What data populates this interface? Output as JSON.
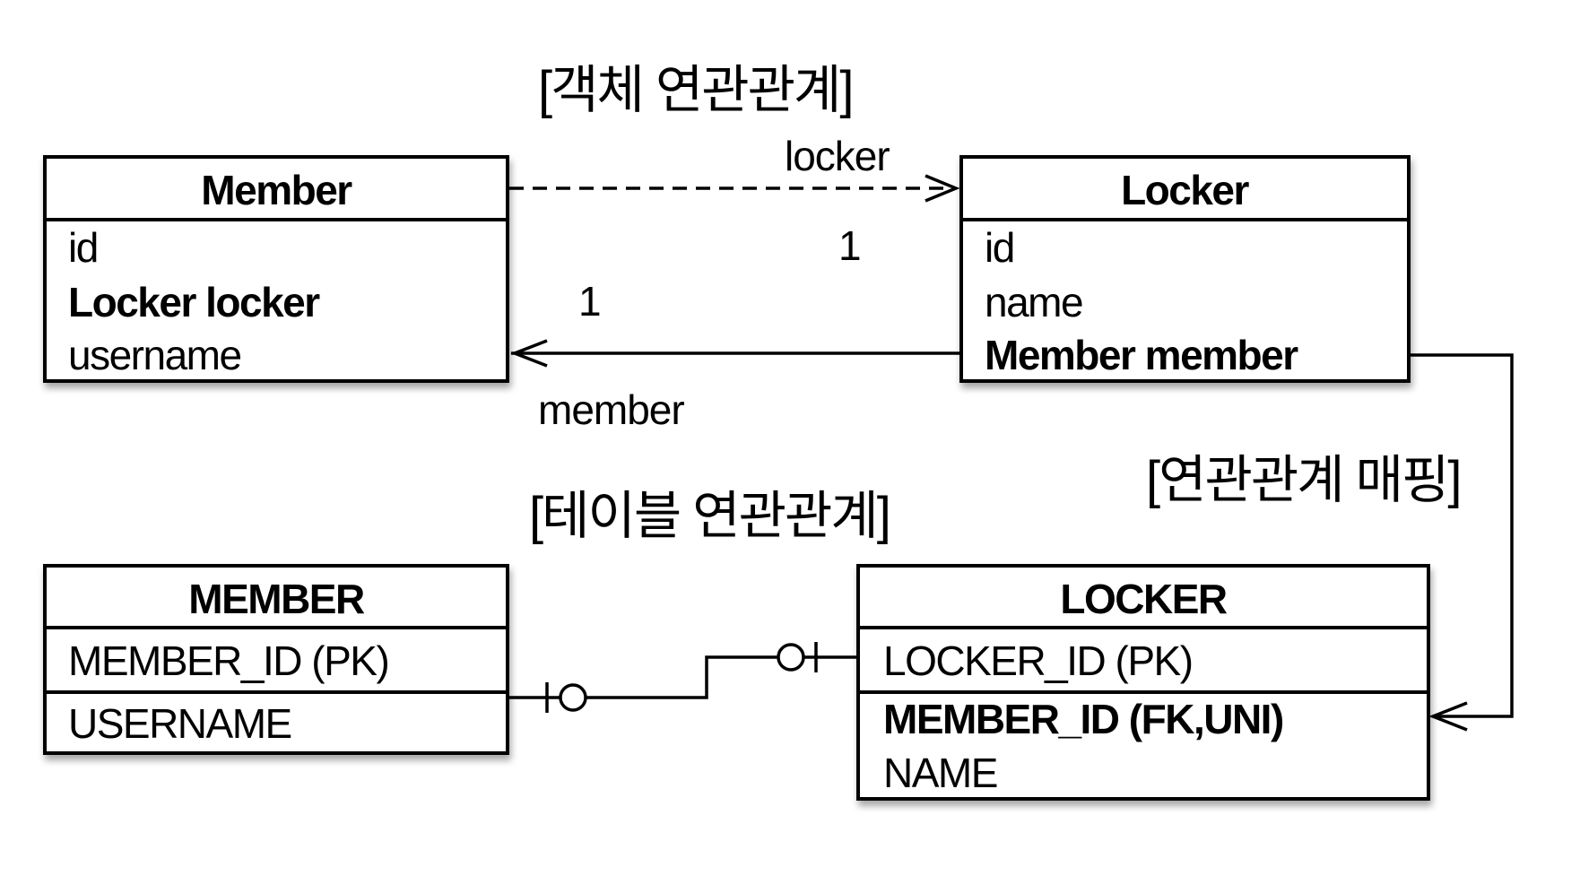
{
  "titles": {
    "object_relationship": "[객체 연관관계]",
    "table_relationship": "[테이블 연관관계]",
    "relationship_mapping": "[연관관계 매핑]"
  },
  "object_model": {
    "member_class": {
      "name": "Member",
      "fields": [
        {
          "text": "id",
          "bold": false
        },
        {
          "text": "Locker locker",
          "bold": true
        },
        {
          "text": "username",
          "bold": false
        }
      ]
    },
    "locker_class": {
      "name": "Locker",
      "fields": [
        {
          "text": "id",
          "bold": false
        },
        {
          "text": "name",
          "bold": false
        },
        {
          "text": "Member member",
          "bold": true
        }
      ]
    },
    "associations": {
      "member_to_locker": {
        "role": "locker",
        "multiplicity": "1",
        "style": "dashed"
      },
      "locker_to_member": {
        "role": "member",
        "multiplicity": "1",
        "style": "solid"
      }
    }
  },
  "table_model": {
    "member_table": {
      "name": "MEMBER",
      "key_columns": [
        "MEMBER_ID (PK)"
      ],
      "columns": [
        {
          "text": "USERNAME",
          "bold": false
        }
      ]
    },
    "locker_table": {
      "name": "LOCKER",
      "key_columns": [
        "LOCKER_ID (PK)"
      ],
      "columns": [
        {
          "text": "MEMBER_ID (FK,UNI)",
          "bold": true
        },
        {
          "text": "NAME",
          "bold": false
        }
      ]
    },
    "relationship": {
      "cardinality": "one-to-one (zero or one on both sides)"
    }
  },
  "icons": {
    "arrow": "open-arrowhead",
    "er_end": "zero-or-one-marker"
  }
}
